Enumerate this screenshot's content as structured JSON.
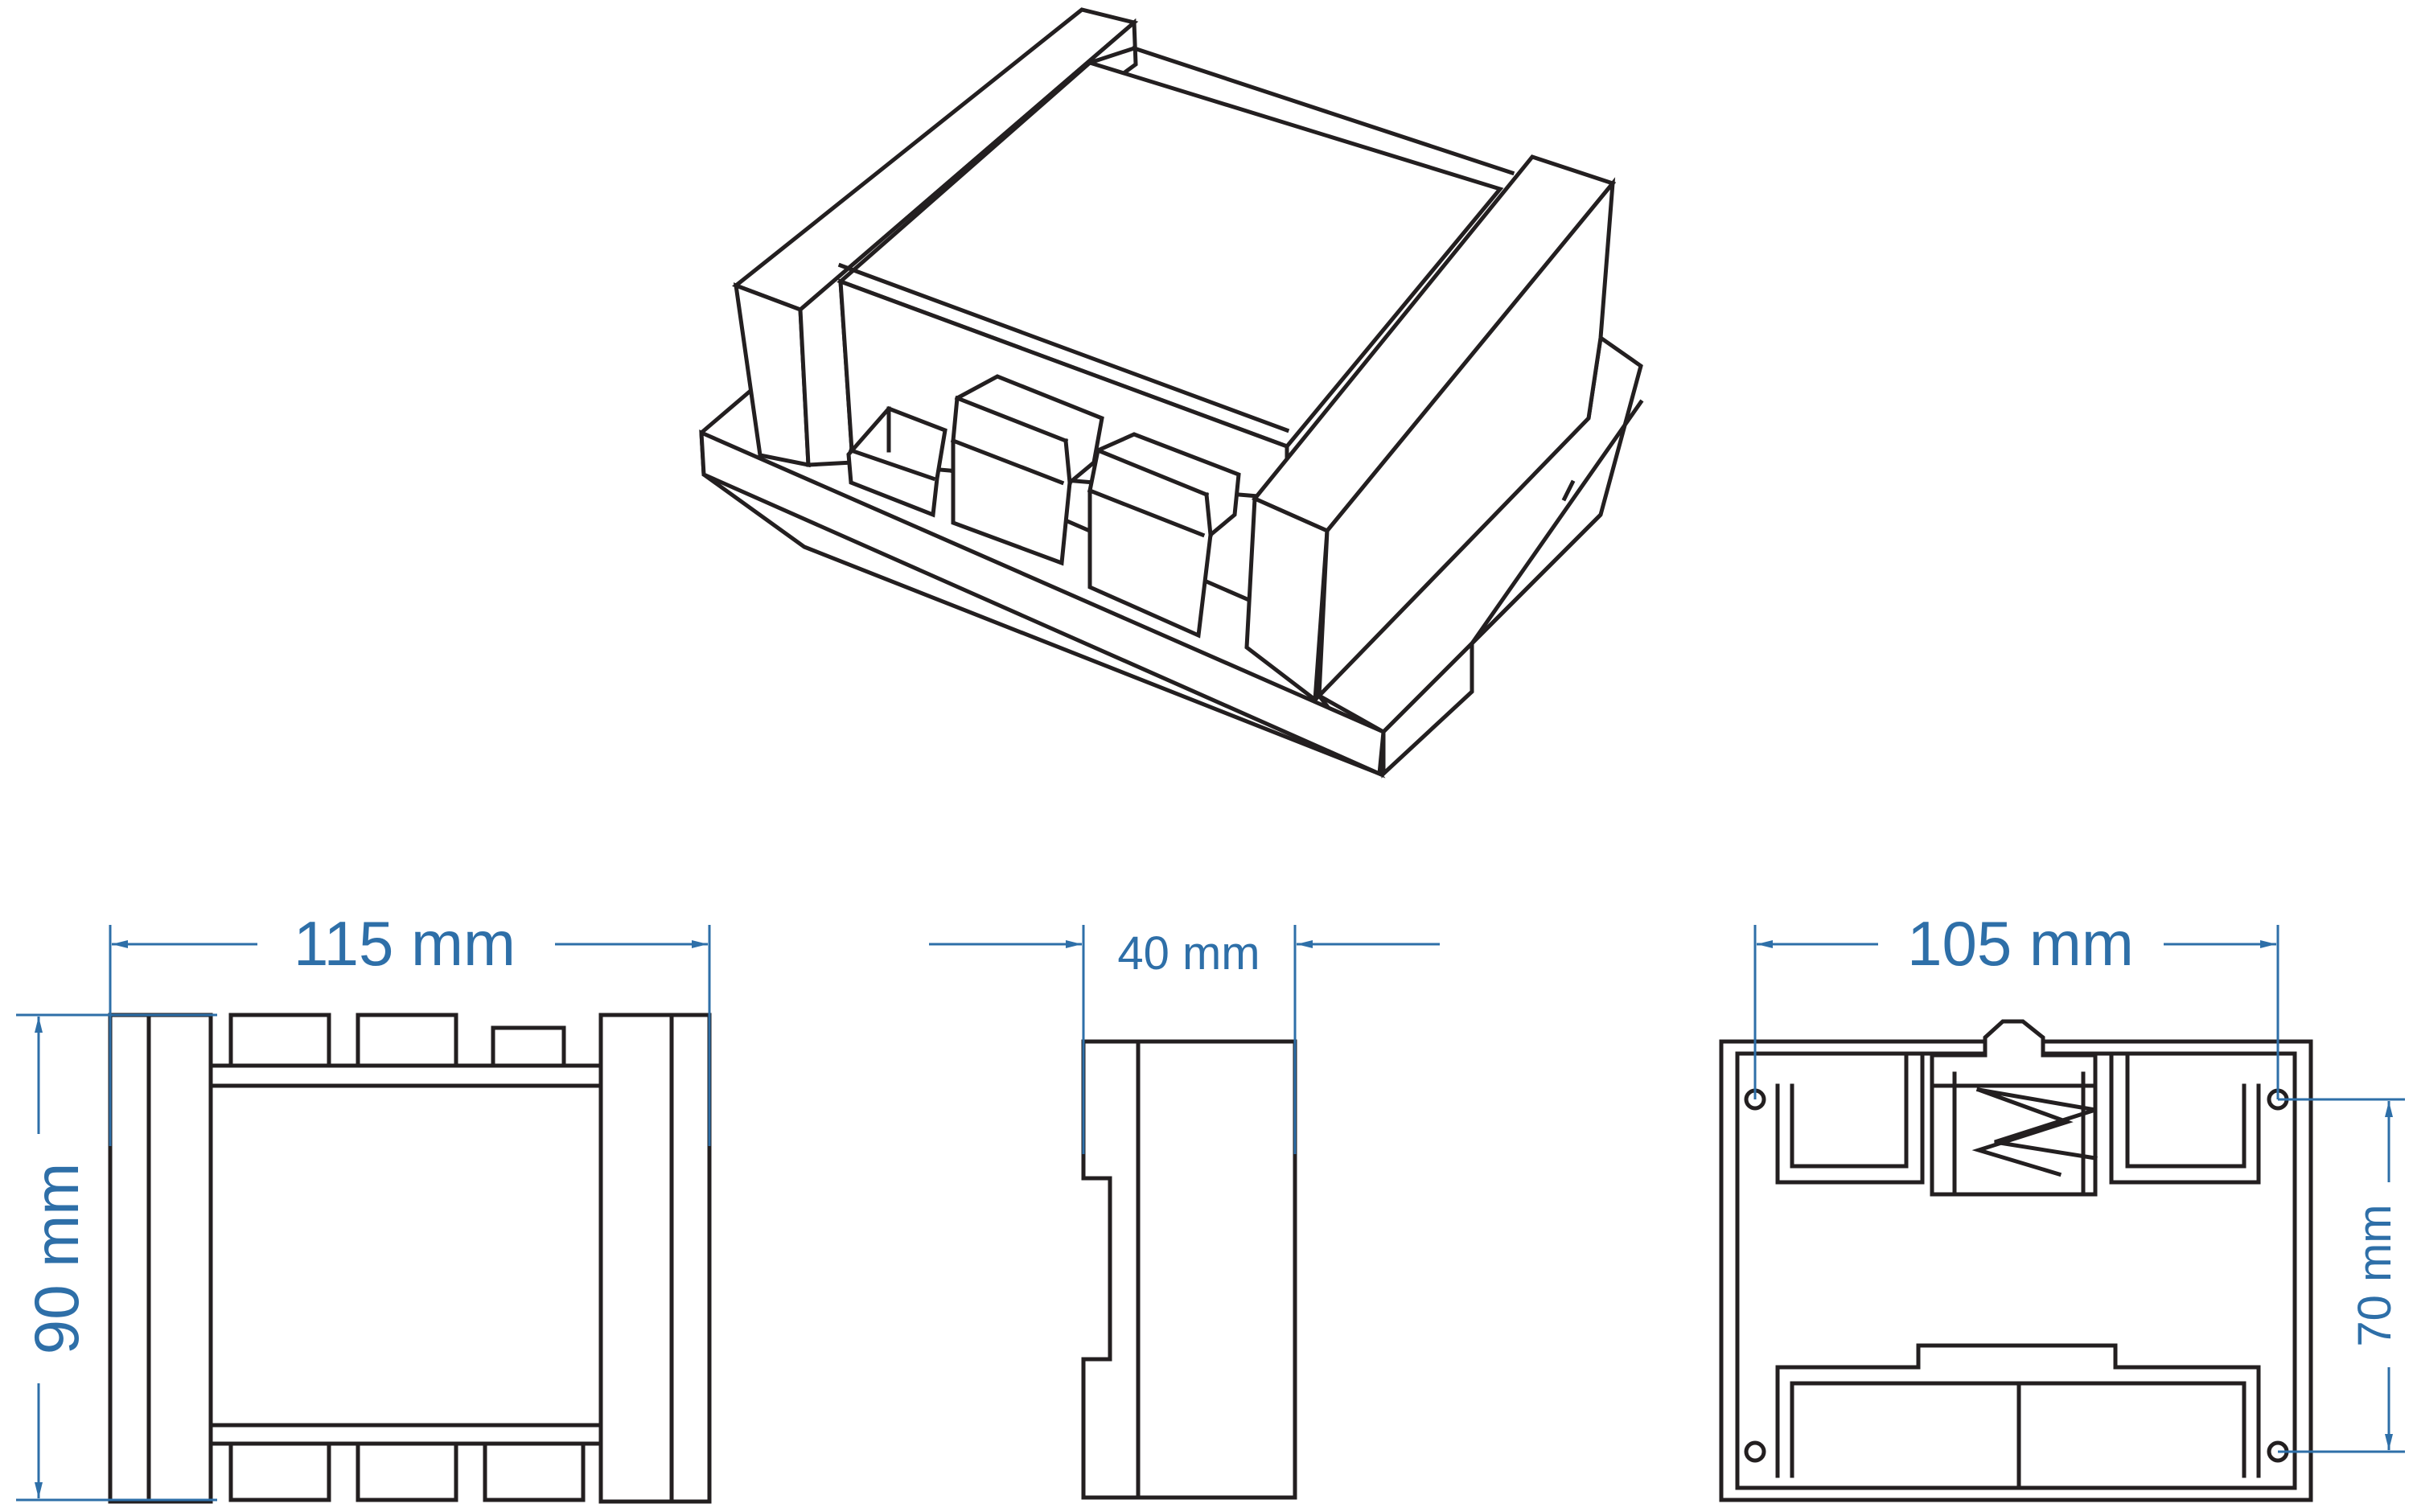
{
  "views": {
    "isometric": {
      "title": ""
    },
    "front": {
      "width_label": "115 mm",
      "height_label": "90 mm"
    },
    "side": {
      "depth_label": "40 mm"
    },
    "bottom": {
      "hole_spacing_x_label": "105 mm",
      "hole_spacing_y_label": "70 mm"
    }
  },
  "colors": {
    "outline": "#231f20",
    "dimension": "#2e6fa8",
    "background": "#ffffff"
  }
}
